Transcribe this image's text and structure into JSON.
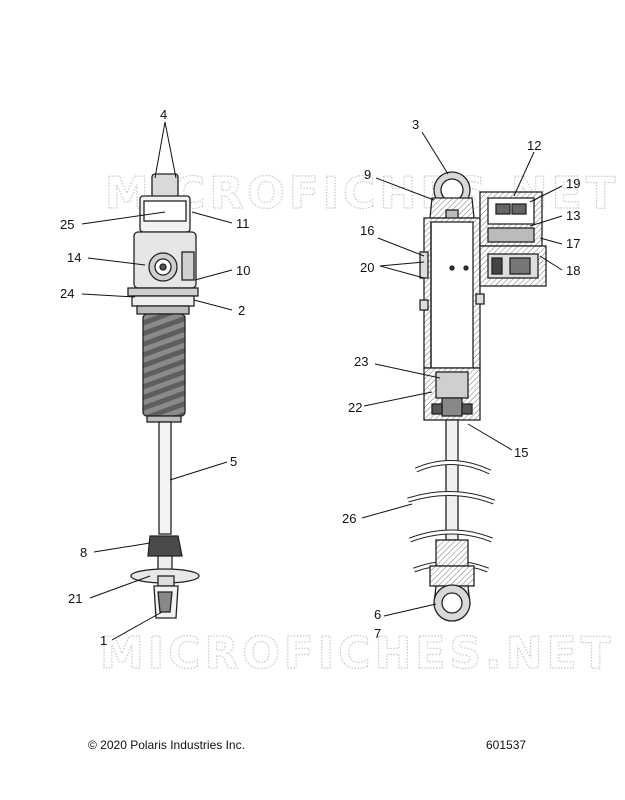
{
  "diagram": {
    "watermark": "MICROFICHES.NET",
    "left_callouts": [
      "4",
      "25",
      "11",
      "14",
      "10",
      "24",
      "2",
      "5",
      "8",
      "21",
      "1"
    ],
    "right_callouts": [
      "3",
      "12",
      "9",
      "19",
      "13",
      "16",
      "17",
      "20",
      "18",
      "23",
      "22",
      "15",
      "26",
      "6",
      "7"
    ]
  },
  "footer": {
    "copyright": "© 2020 Polaris Industries Inc.",
    "part_number": "601537"
  }
}
